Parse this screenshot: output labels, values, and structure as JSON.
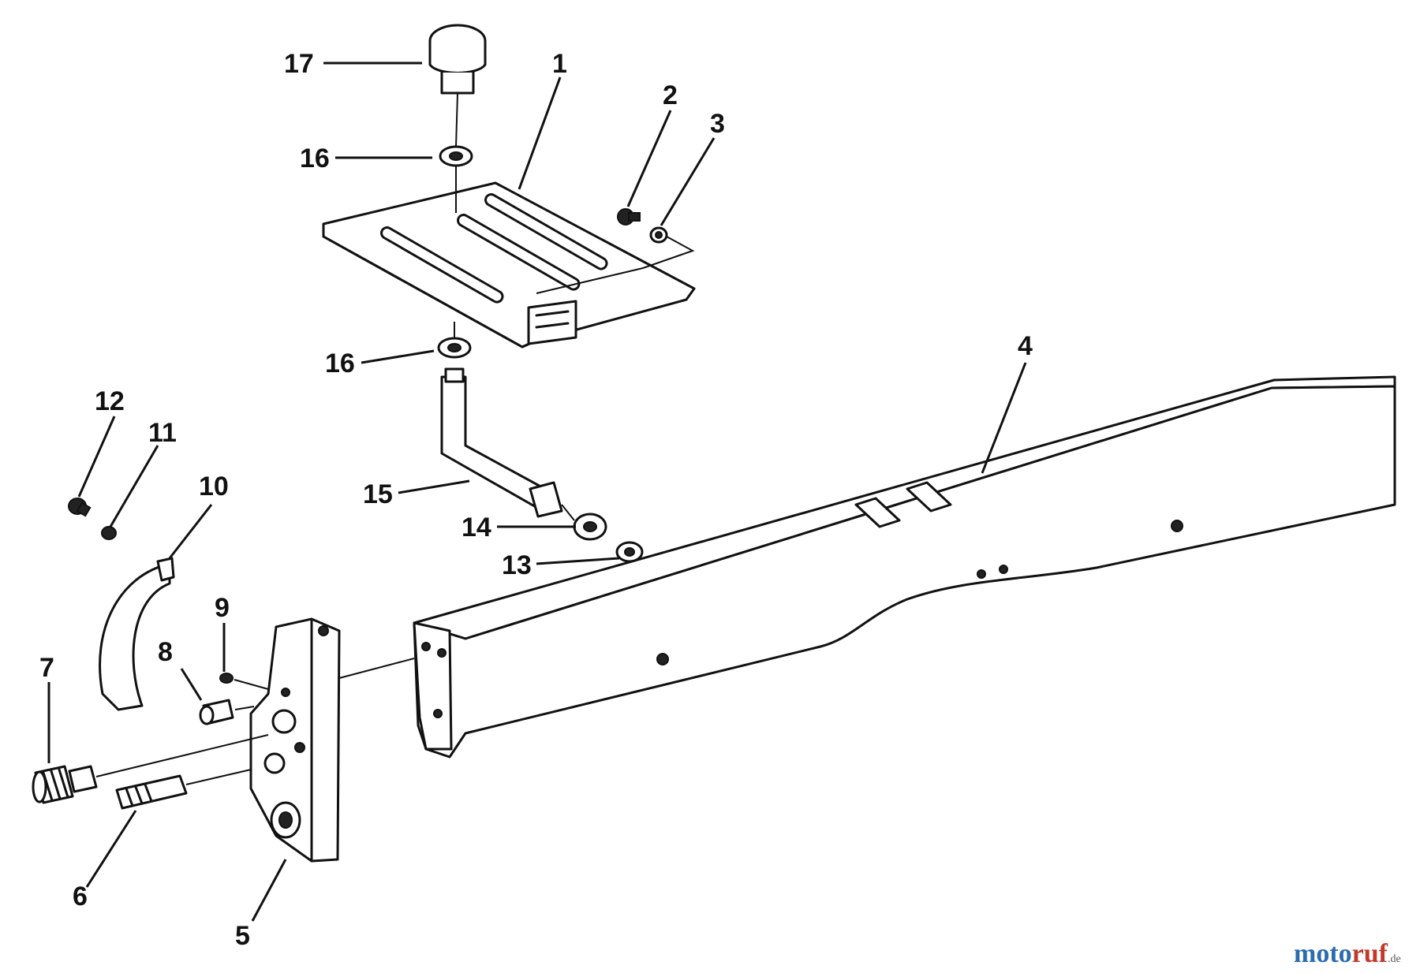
{
  "callouts": [
    {
      "key": "c1",
      "text": "1"
    },
    {
      "key": "c2",
      "text": "2"
    },
    {
      "key": "c3",
      "text": "3"
    },
    {
      "key": "c4",
      "text": "4"
    },
    {
      "key": "c5",
      "text": "5"
    },
    {
      "key": "c6",
      "text": "6"
    },
    {
      "key": "c7",
      "text": "7"
    },
    {
      "key": "c8",
      "text": "8"
    },
    {
      "key": "c9",
      "text": "9"
    },
    {
      "key": "c10",
      "text": "10"
    },
    {
      "key": "c11",
      "text": "11"
    },
    {
      "key": "c12",
      "text": "12"
    },
    {
      "key": "c13",
      "text": "13"
    },
    {
      "key": "c14",
      "text": "14"
    },
    {
      "key": "c15",
      "text": "15"
    },
    {
      "key": "c16a",
      "text": "16"
    },
    {
      "key": "c16b",
      "text": "16"
    },
    {
      "key": "c17",
      "text": "17"
    }
  ],
  "watermark": {
    "part1": "moto",
    "part2": "ruf",
    "suffix": ".de"
  },
  "colors": {
    "line": "#111111",
    "watermark_blue": "#2b6cb0",
    "watermark_red": "#c0392b"
  }
}
